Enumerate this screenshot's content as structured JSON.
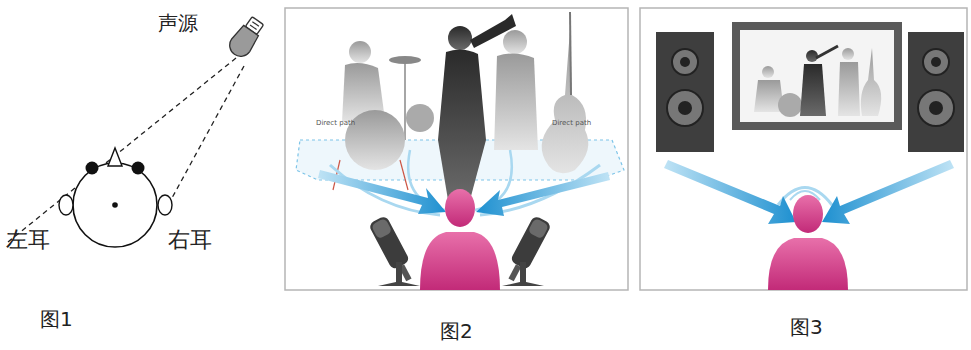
{
  "diagram": {
    "labels": [
      "声源",
      "左耳",
      "右耳",
      "图1",
      "Direct path",
      "Direct path",
      "图2",
      "图3"
    ]
  }
}
